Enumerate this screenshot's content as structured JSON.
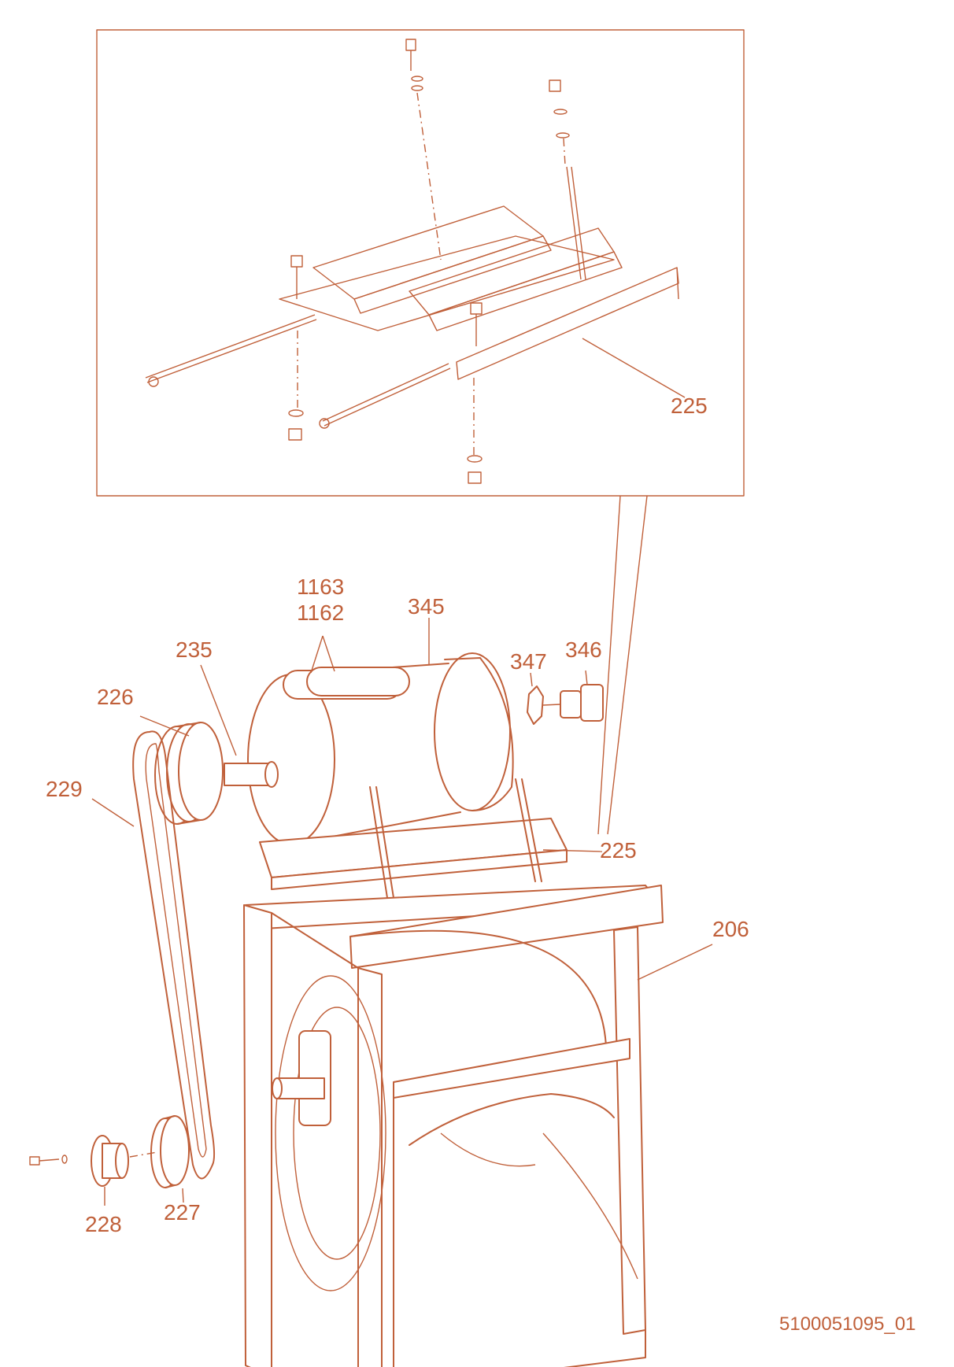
{
  "colors": {
    "line": "#c0603a",
    "label": "#c0603a",
    "background": "#ffffff"
  },
  "labels": {
    "inset_225": "225",
    "l1163": "1163",
    "l1162": "1162",
    "l345": "345",
    "l235": "235",
    "l347": "347",
    "l346": "346",
    "l226": "226",
    "l229": "229",
    "main_225": "225",
    "l206": "206",
    "l228": "228",
    "l227": "227"
  },
  "drawing_number": "5100051095_01"
}
